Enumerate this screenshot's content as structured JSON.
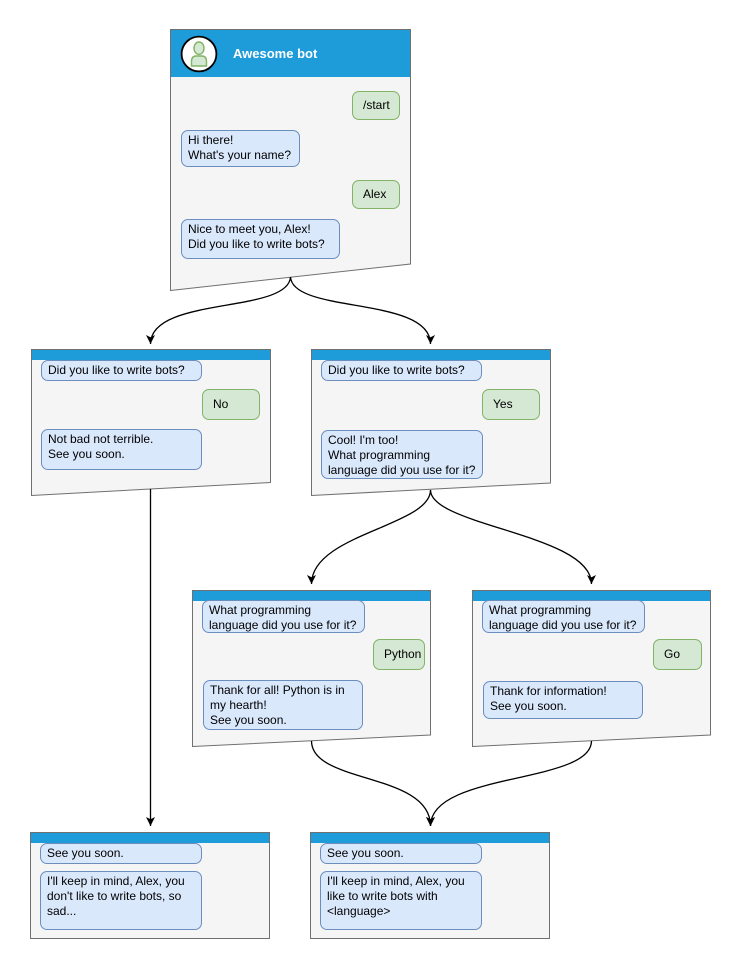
{
  "colors": {
    "header_blue": "#1e9bd9",
    "title_color": "#ffffff",
    "window_bg": "#f5f5f5",
    "window_border": "#707070",
    "bot_bg": "#dae8fc",
    "bot_border": "#6c8ebf",
    "user_bg": "#d5e8d4",
    "user_border": "#82b366",
    "edge_color": "#000000"
  },
  "windows": [
    {
      "name": "start",
      "title": "Awesome bot",
      "avatar_icon": "person-icon",
      "bubbles": [
        {
          "from": "user",
          "text": "/start"
        },
        {
          "from": "bot",
          "text": "Hi there!\nWhat's your name?"
        },
        {
          "from": "user",
          "text": "Alex"
        },
        {
          "from": "bot",
          "text": "Nice to meet you, Alex!\nDid you like to write bots?"
        }
      ]
    },
    {
      "name": "branch-no",
      "bubbles": [
        {
          "from": "bot",
          "text": "Did you like to write bots?"
        },
        {
          "from": "user",
          "text": "No"
        },
        {
          "from": "bot",
          "text": "Not bad not terrible.\nSee you soon."
        }
      ]
    },
    {
      "name": "branch-yes",
      "bubbles": [
        {
          "from": "bot",
          "text": "Did you like to write bots?"
        },
        {
          "from": "user",
          "text": "Yes"
        },
        {
          "from": "bot",
          "text": "Cool! I'm too!\nWhat programming\nlanguage did you use for it?"
        }
      ]
    },
    {
      "name": "lang-python",
      "bubbles": [
        {
          "from": "bot",
          "text": "What programming\nlanguage did you use for it?"
        },
        {
          "from": "user",
          "text": "Python"
        },
        {
          "from": "bot",
          "text": "Thank for all! Python is in\nmy hearth!\nSee you soon."
        }
      ]
    },
    {
      "name": "lang-go",
      "bubbles": [
        {
          "from": "bot",
          "text": "What programming\nlanguage did you use for it?"
        },
        {
          "from": "user",
          "text": "Go"
        },
        {
          "from": "bot",
          "text": "Thank for information!\nSee you soon."
        }
      ]
    },
    {
      "name": "end-negative",
      "bubbles": [
        {
          "from": "bot",
          "text": "See you soon."
        },
        {
          "from": "bot",
          "text": "I'll keep in mind, Alex, you\ndon't like to write bots, so\nsad..."
        }
      ]
    },
    {
      "name": "end-positive",
      "bubbles": [
        {
          "from": "bot",
          "text": "See you soon."
        },
        {
          "from": "bot",
          "text": "I'll keep in mind, Alex, you\nlike to write bots with\n<language>"
        }
      ]
    }
  ],
  "edges": [
    {
      "from": "start",
      "to": "branch-no"
    },
    {
      "from": "start",
      "to": "branch-yes"
    },
    {
      "from": "branch-no",
      "to": "end-negative"
    },
    {
      "from": "branch-yes",
      "to": "lang-python"
    },
    {
      "from": "branch-yes",
      "to": "lang-go"
    },
    {
      "from": "lang-python",
      "to": "end-positive"
    },
    {
      "from": "lang-go",
      "to": "end-positive"
    }
  ]
}
